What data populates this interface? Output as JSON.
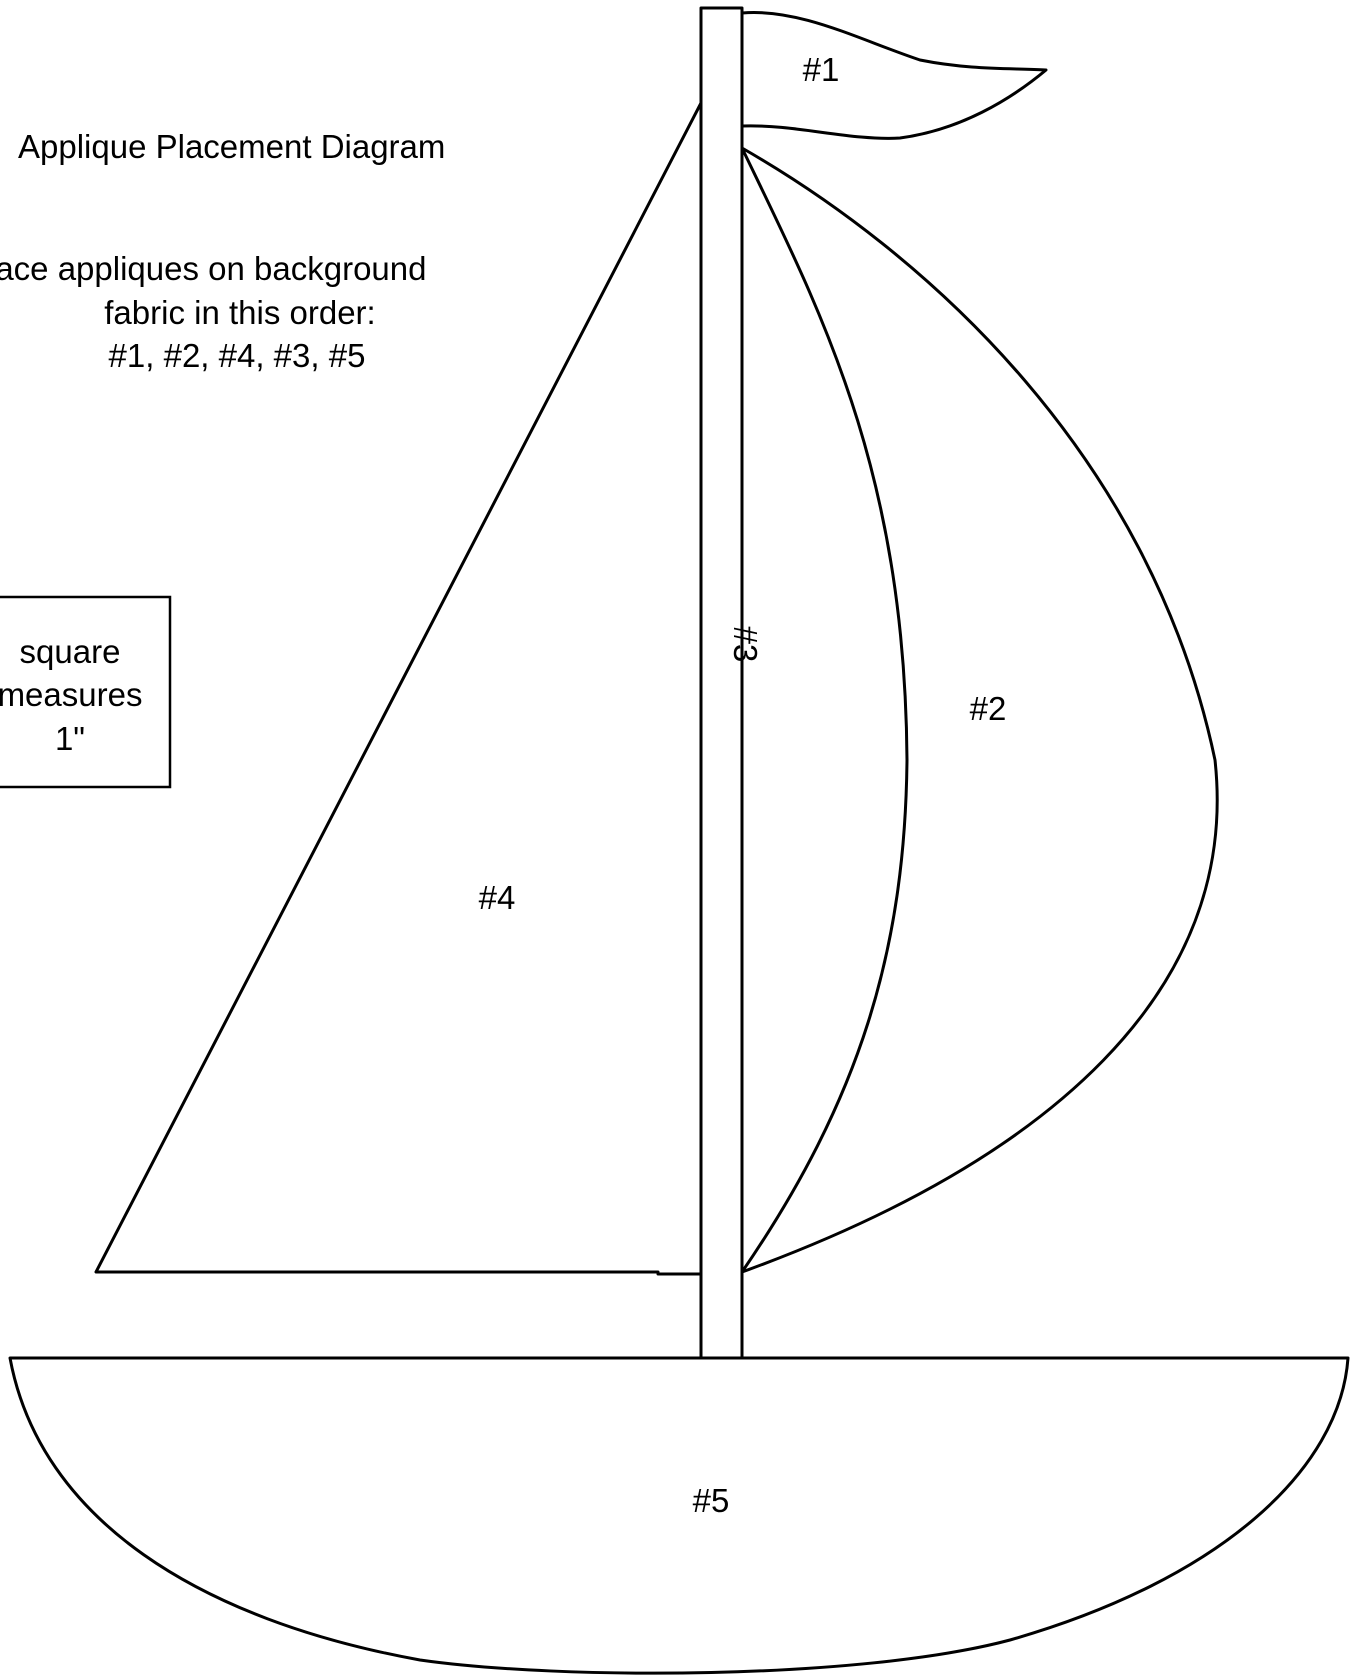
{
  "title": "Applique Placement Diagram",
  "instructions": {
    "line1": "lace appliques on background",
    "line2": "fabric in this order:",
    "line3": "#1, #2, #4, #3, #5"
  },
  "scale_note": {
    "line1": "square",
    "line2": "measures",
    "line3": "1\""
  },
  "pieces": {
    "flag": "#1",
    "spinnaker_sail": "#2",
    "mast": "#3",
    "main_sail": "#4",
    "hull": "#5"
  },
  "colors": {
    "stroke": "#000000",
    "fill": "#ffffff"
  }
}
